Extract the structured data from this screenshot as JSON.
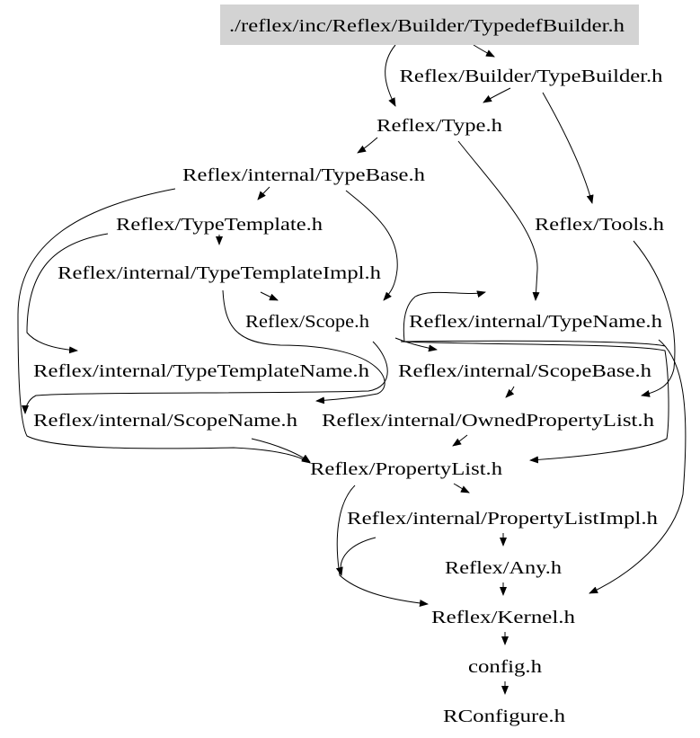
{
  "root_node": {
    "label": "./reflex/inc/Reflex/Builder/TypedefBuilder.h",
    "fill": "#d3d3d3"
  },
  "nodes": [
    {
      "id": "typebuilder",
      "label": "Reflex/Builder/TypeBuilder.h"
    },
    {
      "id": "type",
      "label": "Reflex/Type.h"
    },
    {
      "id": "typebase",
      "label": "Reflex/internal/TypeBase.h"
    },
    {
      "id": "tools",
      "label": "Reflex/Tools.h"
    },
    {
      "id": "typetemplate",
      "label": "Reflex/TypeTemplate.h"
    },
    {
      "id": "typetemplateimpl",
      "label": "Reflex/internal/TypeTemplateImpl.h"
    },
    {
      "id": "scope",
      "label": "Reflex/Scope.h"
    },
    {
      "id": "typename",
      "label": "Reflex/internal/TypeName.h"
    },
    {
      "id": "typetemplatename",
      "label": "Reflex/internal/TypeTemplateName.h"
    },
    {
      "id": "scopebase",
      "label": "Reflex/internal/ScopeBase.h"
    },
    {
      "id": "scopename",
      "label": "Reflex/internal/ScopeName.h"
    },
    {
      "id": "ownedpropertylist",
      "label": "Reflex/internal/OwnedPropertyList.h"
    },
    {
      "id": "propertylist",
      "label": "Reflex/PropertyList.h"
    },
    {
      "id": "propertylistimpl",
      "label": "Reflex/internal/PropertyListImpl.h"
    },
    {
      "id": "any",
      "label": "Reflex/Any.h"
    },
    {
      "id": "kernel",
      "label": "Reflex/Kernel.h"
    },
    {
      "id": "config",
      "label": "config.h"
    },
    {
      "id": "rconfigure",
      "label": "RConfigure.h"
    }
  ],
  "edges": [
    {
      "from": "root",
      "to": "typebuilder"
    },
    {
      "from": "root",
      "to": "type"
    },
    {
      "from": "typebuilder",
      "to": "type"
    },
    {
      "from": "typebuilder",
      "to": "tools"
    },
    {
      "from": "type",
      "to": "typebase"
    },
    {
      "from": "type",
      "to": "typename"
    },
    {
      "from": "typebase",
      "to": "typetemplate"
    },
    {
      "from": "typebase",
      "to": "scope"
    },
    {
      "from": "typebase",
      "to": "propertylist"
    },
    {
      "from": "typetemplate",
      "to": "typetemplateimpl"
    },
    {
      "from": "typetemplate",
      "to": "typetemplatename"
    },
    {
      "from": "typetemplateimpl",
      "to": "scope"
    },
    {
      "from": "typetemplateimpl",
      "to": "scopename"
    },
    {
      "from": "scope",
      "to": "scopebase"
    },
    {
      "from": "scope",
      "to": "scopename"
    },
    {
      "from": "scope",
      "to": "propertylist"
    },
    {
      "from": "tools",
      "to": "ownedpropertylist"
    },
    {
      "from": "typename",
      "to": "kernel"
    },
    {
      "from": "typename",
      "to": "scope"
    },
    {
      "from": "scopebase",
      "to": "ownedpropertylist"
    },
    {
      "from": "ownedpropertylist",
      "to": "propertylist"
    },
    {
      "from": "scopename",
      "to": "propertylist"
    },
    {
      "from": "propertylist",
      "to": "propertylistimpl"
    },
    {
      "from": "propertylist",
      "to": "kernel"
    },
    {
      "from": "propertylistimpl",
      "to": "kernel"
    },
    {
      "from": "propertylistimpl",
      "to": "any"
    },
    {
      "from": "any",
      "to": "kernel"
    },
    {
      "from": "kernel",
      "to": "config"
    },
    {
      "from": "config",
      "to": "rconfigure"
    }
  ]
}
